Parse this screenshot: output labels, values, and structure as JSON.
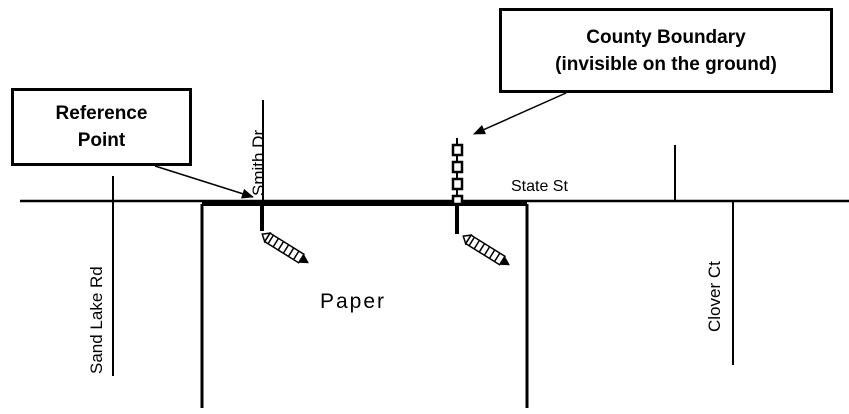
{
  "callouts": {
    "reference_point": {
      "line1": "Reference",
      "line2": "Point"
    },
    "county_boundary": {
      "line1": "County Boundary",
      "line2": "(invisible on the ground)"
    }
  },
  "streets": {
    "smith": "Smith Dr",
    "state": "State St",
    "sand_lake": "Sand Lake Rd",
    "clover": "Clover Ct"
  },
  "paper_label": "Paper"
}
